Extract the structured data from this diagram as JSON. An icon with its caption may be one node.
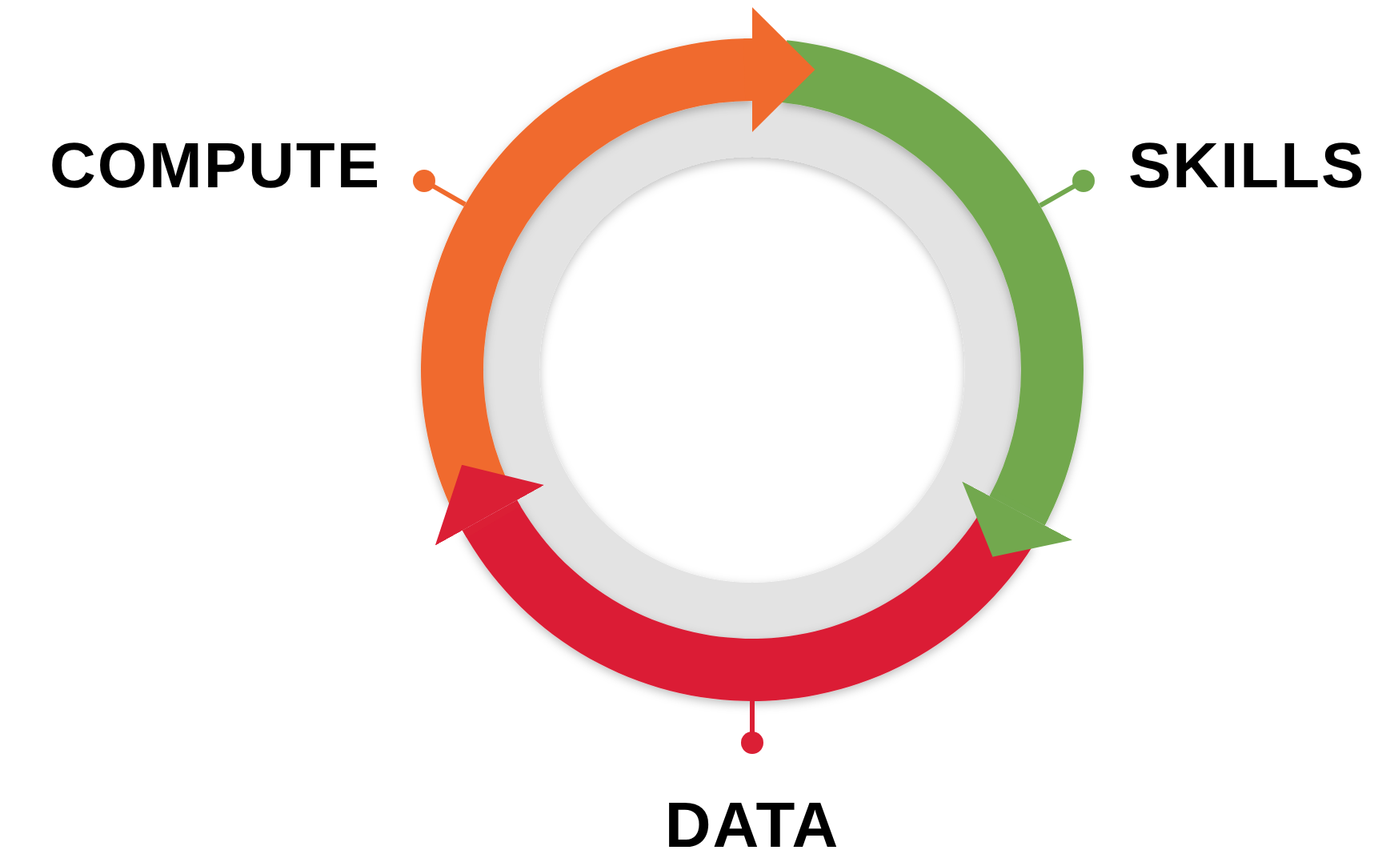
{
  "diagram": {
    "nodes": [
      {
        "text": [
          "COMPUTE"
        ]
      },
      {
        "text": [
          "SKILLS"
        ]
      },
      {
        "text": [
          "DATA"
        ]
      },
      {
        "text": [],
        "shape": "arc"
      },
      {
        "text": [],
        "shape": "arc"
      },
      {
        "text": [],
        "shape": "arc"
      }
    ],
    "edges": [
      {
        "from": 0,
        "to": 3,
        "arrow": "other",
        "color": "#f06a2d"
      },
      {
        "from": 1,
        "to": 4,
        "arrow": "other",
        "color": "#72a84e"
      },
      {
        "from": 2,
        "to": 5,
        "arrow": "other",
        "color": "#db1f35"
      },
      {
        "from": 3,
        "to": 4,
        "arrow": "to",
        "style": "thick",
        "color": "#f06a2d"
      },
      {
        "from": 4,
        "to": 5,
        "arrow": "to",
        "style": "thick",
        "color": "#72a84e"
      },
      {
        "from": 5,
        "to": 3,
        "arrow": "to",
        "style": "thick",
        "color": "#db1f35"
      }
    ]
  }
}
